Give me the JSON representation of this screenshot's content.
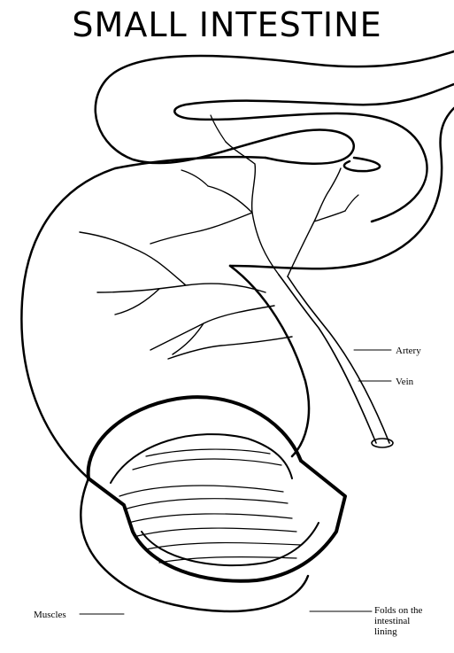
{
  "title": "SMALL INTESTINE",
  "labels": {
    "artery": "Artery",
    "vein": "Vein",
    "folds_line1": "Folds on the",
    "folds_line2": "intestinal",
    "folds_line3": "lining",
    "muscles": "Muscles"
  }
}
